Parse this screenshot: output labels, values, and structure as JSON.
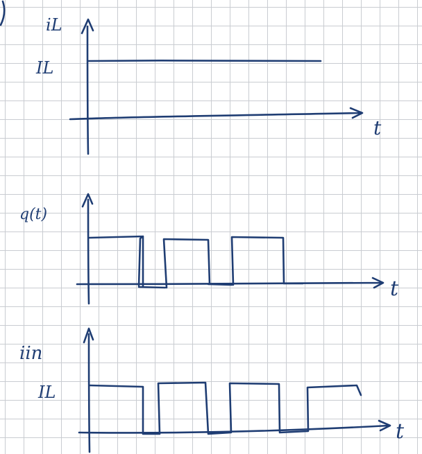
{
  "colors": {
    "ink": "#1f3d73",
    "grid": "#c9ccd1",
    "paper": "#ffffff"
  },
  "panels": [
    {
      "id": "iL",
      "ylabel": "iL",
      "level_label": "IL",
      "xlabel": "t",
      "waveform": "constant"
    },
    {
      "id": "q",
      "ylabel": "q(t)",
      "xlabel": "t",
      "waveform": "pulse-train",
      "pulses": 3
    },
    {
      "id": "iin",
      "ylabel": "iin",
      "level_label": "IL",
      "xlabel": "t",
      "waveform": "pulse-train",
      "pulses": 4
    }
  ]
}
